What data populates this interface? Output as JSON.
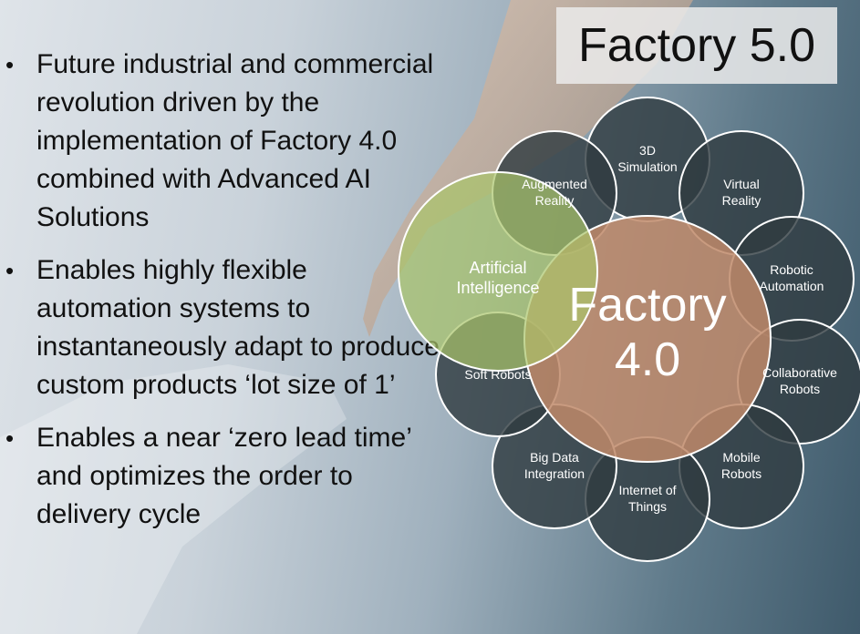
{
  "title": "Factory 5.0",
  "bullets": [
    "Future industrial and commercial revolution driven by the implementation of Factory 4.0 combined with Advanced AI Solutions",
    "Enables highly flexible automation systems to instantaneously adapt to produce custom products ‘lot size of 1’",
    "Enables a near ‘zero lead time’ and optimizes the order to delivery cycle"
  ],
  "bullet_symbol": "•",
  "diagram": {
    "center": {
      "line1": "Factory",
      "line2": "4.0"
    },
    "ai": {
      "line1": "Artificial",
      "line2": "Intelligence"
    },
    "nodes": [
      {
        "line1": "3D",
        "line2": "Simulation"
      },
      {
        "line1": "Virtual",
        "line2": "Reality"
      },
      {
        "line1": "Robotic",
        "line2": "Automation"
      },
      {
        "line1": "Collaborative",
        "line2": "Robots"
      },
      {
        "line1": "Mobile",
        "line2": "Robots"
      },
      {
        "line1": "Internet of",
        "line2": "Things"
      },
      {
        "line1": "Big Data",
        "line2": "Integration"
      },
      {
        "line1": "Soft Robots",
        "line2": ""
      },
      {
        "line1": "Augmented",
        "line2": "Reality"
      }
    ],
    "colors": {
      "center_fill": "#c08a6a",
      "ai_fill": "#a9c46a",
      "node_fill": "#2f3b40",
      "node_stroke": "#ffffff"
    }
  }
}
